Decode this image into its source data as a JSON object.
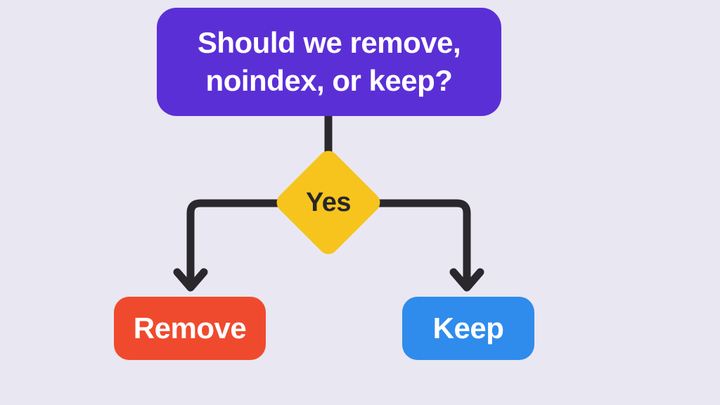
{
  "canvas": {
    "background_color": "#e9e7f1"
  },
  "connectors": {
    "color": "#2a282d"
  },
  "flowchart": {
    "question_node": {
      "lines": [
        "Should we remove,",
        "noindex, or keep?"
      ],
      "color": "#5b2fd6",
      "text_color": "#ffffff"
    },
    "decision_node": {
      "label": "Yes",
      "color": "#f6c41d",
      "text_color": "#26262a"
    },
    "remove_node": {
      "label": "Remove",
      "color": "#f04a2e",
      "text_color": "#ffffff"
    },
    "keep_node": {
      "label": "Keep",
      "color": "#2f8cec",
      "text_color": "#ffffff"
    }
  }
}
